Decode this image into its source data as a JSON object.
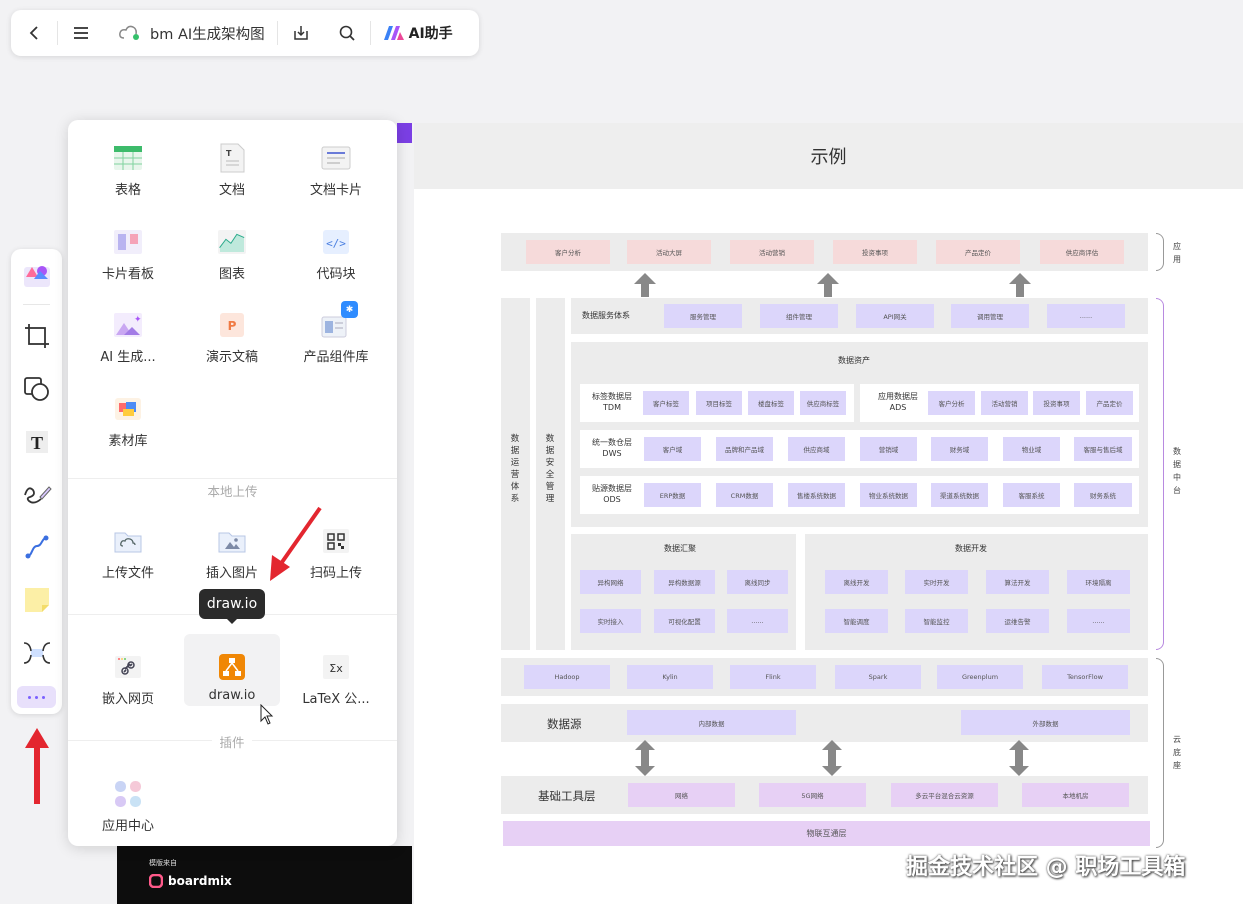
{
  "toolbar": {
    "title": "bm AI生成架构图",
    "ai_label": "AI助手",
    "icons": [
      "back-icon",
      "menu-icon",
      "cloud-sync-icon",
      "download-icon",
      "search-icon",
      "ai-logo-icon"
    ]
  },
  "rail": {
    "tools": [
      "template-icon",
      "frame-icon",
      "shape-icon",
      "text-icon",
      "pen-icon",
      "connector-icon",
      "sticky-note-icon",
      "mindmap-icon",
      "more-icon"
    ]
  },
  "panel": {
    "items": {
      "table": "表格",
      "doc": "文档",
      "doc_card": "文档卡片",
      "kanban": "卡片看板",
      "chart": "图表",
      "code": "代码块",
      "ai_gen": "AI 生成...",
      "slides": "演示文稿",
      "components": "产品组件库",
      "assets": "素材库"
    },
    "section_local": "本地上传",
    "upload": {
      "file": "上传文件",
      "image": "插入图片",
      "qr": "扫码上传"
    },
    "embed": {
      "web": "嵌入网页",
      "drawio": "draw.io",
      "latex": "LaTeX 公..."
    },
    "section_plugins": "插件",
    "app_center": "应用中心",
    "tooltip": "draw.io"
  },
  "canvas": {
    "frame_title": "示例",
    "brand_small": "模版来自",
    "brand_name": "boardmix",
    "watermark": "掘金技术社区 @ 职场工具箱"
  },
  "diagram": {
    "apps": [
      "客户分析",
      "活动大屏",
      "活动营销",
      "投资事项",
      "产品定价",
      "供应商评估"
    ],
    "brace_app": "应用",
    "brace_mid": "数据中台",
    "brace_base": "云底座",
    "ops_system": "数据运营体系",
    "security": "数据安全管理",
    "service_system": "数据服务体系",
    "services": [
      "服务管理",
      "组件管理",
      "API网关",
      "调用管理",
      "......"
    ],
    "assets_title": "数据资产",
    "tdm_label": "标签数据层\nTDM",
    "tdm": [
      "客户标签",
      "项目标签",
      "楼盘标签",
      "供应商标签"
    ],
    "ads_label": "应用数据层\nADS",
    "ads": [
      "客户分析",
      "活动营销",
      "投资事项",
      "产品定价"
    ],
    "dws_label": "统一数仓层\nDWS",
    "dws": [
      "客户域",
      "品牌和产品域",
      "供应商域",
      "营销域",
      "财务域",
      "物业域",
      "客服与售后域"
    ],
    "ods_label": "贴源数据层\nODS",
    "ods": [
      "ERP数据",
      "CRM数据",
      "售楼系统数据",
      "物业系统数据",
      "渠道系统数据",
      "客服系统",
      "财务系统"
    ],
    "agg_title": "数据汇聚",
    "agg": [
      "异构网络",
      "异构数据源",
      "离线同步",
      "实时接入",
      "可视化配置",
      "......"
    ],
    "dev_title": "数据开发",
    "dev": [
      "离线开发",
      "实时开发",
      "算法开发",
      "环境隔离",
      "智能调度",
      "智能监控",
      "运维告警",
      "......"
    ],
    "bigdata": [
      "Hadoop",
      "Kylin",
      "Flink",
      "Spark",
      "Greenplum",
      "TensorFlow"
    ],
    "source_label": "数据源",
    "source": [
      "内部数据",
      "外部数据"
    ],
    "infra_label": "基础工具层",
    "infra": [
      "网络",
      "5G网络",
      "多云平台混合云资源",
      "本地机房"
    ],
    "iot": "物联互通层"
  }
}
